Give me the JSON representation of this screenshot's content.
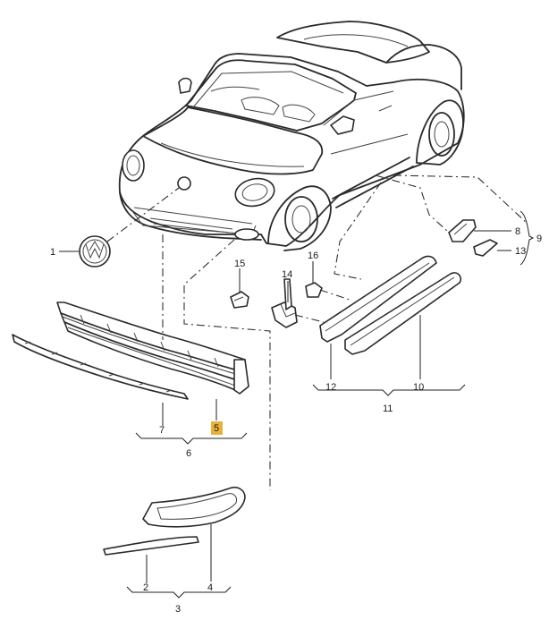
{
  "callouts": [
    {
      "id": "1",
      "label": "1"
    },
    {
      "id": "2",
      "label": "2"
    },
    {
      "id": "3",
      "label": "3"
    },
    {
      "id": "4",
      "label": "4"
    },
    {
      "id": "5",
      "label": "5",
      "highlighted": true
    },
    {
      "id": "6",
      "label": "6"
    },
    {
      "id": "7",
      "label": "7"
    },
    {
      "id": "8",
      "label": "8"
    },
    {
      "id": "9",
      "label": "9"
    },
    {
      "id": "10",
      "label": "10"
    },
    {
      "id": "11",
      "label": "11"
    },
    {
      "id": "12",
      "label": "12"
    },
    {
      "id": "13",
      "label": "13"
    },
    {
      "id": "14",
      "label": "14"
    },
    {
      "id": "15",
      "label": "15"
    },
    {
      "id": "16",
      "label": "16"
    }
  ],
  "colors": {
    "line": "#2a2a2a",
    "highlight": "#e8b23a",
    "background": "#ffffff"
  }
}
